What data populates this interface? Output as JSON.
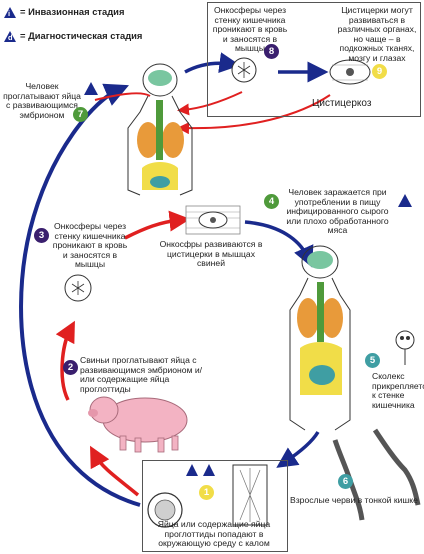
{
  "legend": {
    "infective_symbol": "i",
    "infective_label": "= Инвазионная стадия",
    "diagnostic_symbol": "d",
    "diagnostic_label": "= Диагностическая стадия"
  },
  "cysticercosis": {
    "title": "Цистицеркоз",
    "step8_number": "8",
    "step8_text": "Онкосферы через стенку кишечника проникают в кровь и заносятся в мышцы",
    "step9_number": "9",
    "step9_text": "Цистицерки могут развиваться в различных органах, но чаще – в подкожных тканях, мозгу и глазах"
  },
  "steps": {
    "s7": {
      "number": "7",
      "text": "Человек проглатывают яйца с развивающимся эмбрионом"
    },
    "s3": {
      "number": "3",
      "text": "Онкосферы через стенку кишечника проникают в кровь и заносятся в мышцы"
    },
    "s3b": {
      "text": "Онкосфры развиваются в цистицерки в мышцах свиней"
    },
    "s4": {
      "number": "4",
      "text": "Человек заражается при употреблении в пищу инфицированного сырого или плохо обработанного мяса"
    },
    "s2": {
      "number": "2",
      "text": "Свиньи проглатывают яйца с развивающимся эмбрионом и/или содержащие яйца проглоттиды"
    },
    "s5": {
      "number": "5",
      "text": "Сколекс прикрепляется к стенке кишечника"
    },
    "s6": {
      "number": "6",
      "text": "Взрослые черви в тонкой кишке"
    },
    "s1": {
      "number": "1",
      "text": "Яйца или содержащие яйца проглоттиды попадают в окружающую среду с калом"
    }
  },
  "colors": {
    "blue_arrow": "#1a2a8c",
    "red_arrow": "#e02020",
    "purple_badge": "#3a1f6e",
    "green_badge": "#4f9a3b",
    "teal_badge": "#3f9ea3",
    "yellow_badge": "#f1dd48",
    "pig": "#f3b3c3",
    "brain": "#79c6a0",
    "lungs": "#e89a3a"
  }
}
